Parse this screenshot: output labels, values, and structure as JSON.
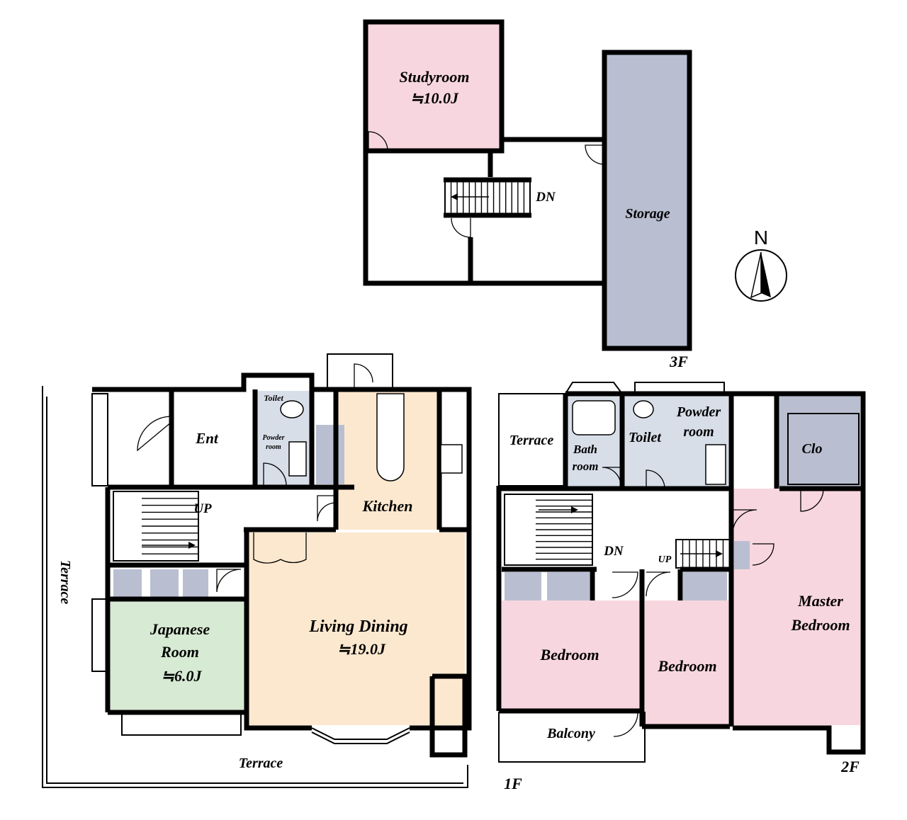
{
  "colors": {
    "study": "#f8d6df",
    "storage": "#b9bfd1",
    "closet": "#b9bfd1",
    "bath": "#d8dee8",
    "kitchen_living": "#fce8cf",
    "japanese": "#d7ead3",
    "bedroom": "#f8d6df",
    "wall": "#000000"
  },
  "floor3": {
    "label": "3F",
    "studyroom": {
      "name": "Studyroom",
      "size": "≒10.0J"
    },
    "storage": "Storage",
    "stairs": "DN"
  },
  "compass": {
    "label": "N"
  },
  "floor1": {
    "label": "1F",
    "entrance": "Ent",
    "toilet": "Toilet",
    "powder": [
      "Powder",
      "room"
    ],
    "kitchen": "Kitchen",
    "stairs": "UP",
    "living": {
      "name": "Living Dining",
      "size": "≒19.0J"
    },
    "japanese": {
      "name": [
        "Japanese",
        "Room"
      ],
      "size": "≒6.0J"
    },
    "terrace_side": "Terrace",
    "terrace_bottom": "Terrace"
  },
  "floor2": {
    "label": "2F",
    "terrace": "Terrace",
    "bathroom": [
      "Bath",
      "room"
    ],
    "toilet": "Toilet",
    "powder": [
      "Powder",
      "room"
    ],
    "closet": "Clo",
    "stairs_dn": "DN",
    "stairs_up": "UP",
    "master": [
      "Master",
      "Bedroom"
    ],
    "bedroom_1": "Bedroom",
    "bedroom_2": "Bedroom",
    "balcony": "Balcony"
  }
}
